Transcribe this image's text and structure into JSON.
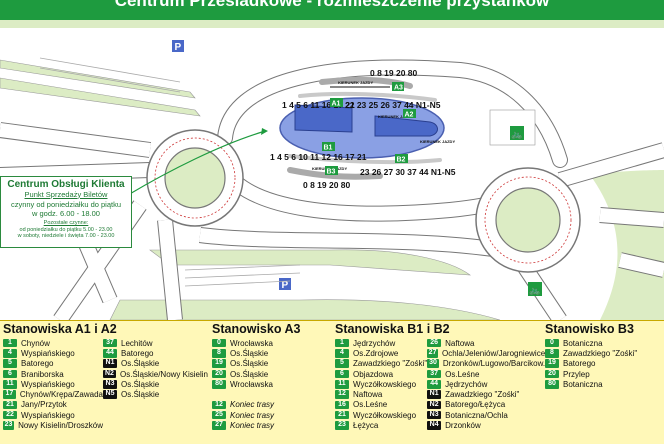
{
  "title": "Centrum Przesiadkowe - rozmieszczenie przystanków",
  "colors": {
    "green": "#1e9b3f",
    "black": "#111111",
    "road": "#ffffff",
    "platform": "#7c93dd",
    "greenery": "#dcecc4",
    "table_bg": "#fff8b8"
  },
  "icons": {
    "parking": "parking-icon",
    "bike": "bicycle-parking-icon"
  },
  "map": {
    "parking_label": "P",
    "direction_label": "KIERUNEK JAZDY",
    "stop_A3": {
      "code": "A3",
      "lines": "0 8 19 20 80"
    },
    "stop_A1": {
      "code": "A1",
      "lines": "1 4 5 6 11 16 17 21"
    },
    "stop_A2": {
      "code": "A2",
      "lines": "22 23 25 26 37 44 N1-N5"
    },
    "stop_B1": {
      "code": "B1",
      "lines": "1 4 5 6 10 11 12 16 17 21"
    },
    "stop_B2": {
      "code": "B2",
      "lines": "23 26 27 30 37 44 N1-N5"
    },
    "stop_B3": {
      "code": "B3",
      "lines": "0 8 19 20 80"
    }
  },
  "info_box": {
    "title": "Centrum Obsługi Klienta",
    "subtitle": "Punkt Sprzedaży Biletów",
    "hours_line1": "czynny od poniedziałku do piątku",
    "hours_line2": "w godz. 6.00 - 18.00",
    "extra_title": "Pozostałe czynne:",
    "extra_line1": "od poniedziałku do piątku 5.00 - 23.00",
    "extra_line2": "w soboty, niedziele i święta 7.00 - 23.00"
  },
  "table": {
    "A1A2": {
      "heading": "Stanowiska A1 i A2",
      "left": [
        {
          "line": "1",
          "stop": "Chynów",
          "style": "g"
        },
        {
          "line": "4",
          "stop": "Wyspiańskiego",
          "style": "g"
        },
        {
          "line": "5",
          "stop": "Batorego",
          "style": "g"
        },
        {
          "line": "6",
          "stop": "Braniborska",
          "style": "g"
        },
        {
          "line": "11",
          "stop": "Wyspiańskiego",
          "style": "g"
        },
        {
          "line": "17",
          "stop": "Chynów/Krępa/Zawada",
          "style": "g"
        },
        {
          "line": "21",
          "stop": "Jany/Przytok",
          "style": "g"
        },
        {
          "line": "22",
          "stop": "Wyspiańskiego",
          "style": "g"
        },
        {
          "line": "23",
          "stop": "Nowy Kisielin/Droszków",
          "style": "g"
        }
      ],
      "right": [
        {
          "line": "37",
          "stop": "Lechitów",
          "style": "g"
        },
        {
          "line": "44",
          "stop": "Batorego",
          "style": "g"
        },
        {
          "line": "N1",
          "stop": "Os.Śląskie",
          "style": "k"
        },
        {
          "line": "N2",
          "stop": "Os.Śląskie/Nowy Kisielin",
          "style": "k"
        },
        {
          "line": "N3",
          "stop": "Os.Śląskie",
          "style": "k"
        },
        {
          "line": "N5",
          "stop": "Os.Śląskie",
          "style": "k"
        }
      ]
    },
    "A3": {
      "heading": "Stanowisko A3",
      "rows": [
        {
          "line": "0",
          "stop": "Wrocławska",
          "style": "g",
          "italic": false
        },
        {
          "line": "8",
          "stop": "Os.Śląskie",
          "style": "g",
          "italic": false
        },
        {
          "line": "19",
          "stop": "Os.Śląskie",
          "style": "g",
          "italic": false
        },
        {
          "line": "20",
          "stop": "Os.Śląskie",
          "style": "g",
          "italic": false
        },
        {
          "line": "80",
          "stop": "Wrocławska",
          "style": "g",
          "italic": false
        },
        {
          "line": "",
          "stop": "",
          "style": "none",
          "italic": false
        },
        {
          "line": "12",
          "stop": "Koniec trasy",
          "style": "g",
          "italic": true
        },
        {
          "line": "25",
          "stop": "Koniec trasy",
          "style": "g",
          "italic": true
        },
        {
          "line": "27",
          "stop": "Koniec trasy",
          "style": "g",
          "italic": true
        }
      ]
    },
    "B1B2": {
      "heading": "Stanowiska B1 i B2",
      "left": [
        {
          "line": "1",
          "stop": "Jędrzychów",
          "style": "g"
        },
        {
          "line": "4",
          "stop": "Os.Zdrojowe",
          "style": "g"
        },
        {
          "line": "5",
          "stop": "Zawadzkiego \"Zośki\"",
          "style": "g"
        },
        {
          "line": "6",
          "stop": "Objazdowa",
          "style": "g"
        },
        {
          "line": "11",
          "stop": "Wyczółkowskiego",
          "style": "g"
        },
        {
          "line": "12",
          "stop": "Naftowa",
          "style": "g"
        },
        {
          "line": "16",
          "stop": "Os.Leśne",
          "style": "g"
        },
        {
          "line": "21",
          "stop": "Wyczółkowskiego",
          "style": "g"
        },
        {
          "line": "23",
          "stop": "Łężyca",
          "style": "g"
        }
      ],
      "right": [
        {
          "line": "26",
          "stop": "Naftowa",
          "style": "g"
        },
        {
          "line": "27",
          "stop": "Ochla/Jeleniów/Jarogniewice",
          "style": "g"
        },
        {
          "line": "30",
          "stop": "Drzonków/Lugowo/Barcikow.",
          "style": "g"
        },
        {
          "line": "37",
          "stop": "Os.Leśne",
          "style": "g"
        },
        {
          "line": "44",
          "stop": "Jędrzychów",
          "style": "g"
        },
        {
          "line": "N1",
          "stop": "Zawadzkiego \"Zośki\"",
          "style": "k"
        },
        {
          "line": "N2",
          "stop": "Batorego/Łężyca",
          "style": "k"
        },
        {
          "line": "N3",
          "stop": "Botaniczna/Ochla",
          "style": "k"
        },
        {
          "line": "N4",
          "stop": "Drzonków",
          "style": "k"
        }
      ]
    },
    "B3": {
      "heading": "Stanowisko B3",
      "rows": [
        {
          "line": "0",
          "stop": "Botaniczna",
          "style": "g",
          "italic": false
        },
        {
          "line": "8",
          "stop": "Zawadzkiego \"Zośki\"",
          "style": "g",
          "italic": false
        },
        {
          "line": "19",
          "stop": "Batorego",
          "style": "g",
          "italic": false
        },
        {
          "line": "20",
          "stop": "Przylep",
          "style": "g",
          "italic": false
        },
        {
          "line": "80",
          "stop": "Botaniczna",
          "style": "g",
          "italic": false
        }
      ]
    }
  }
}
